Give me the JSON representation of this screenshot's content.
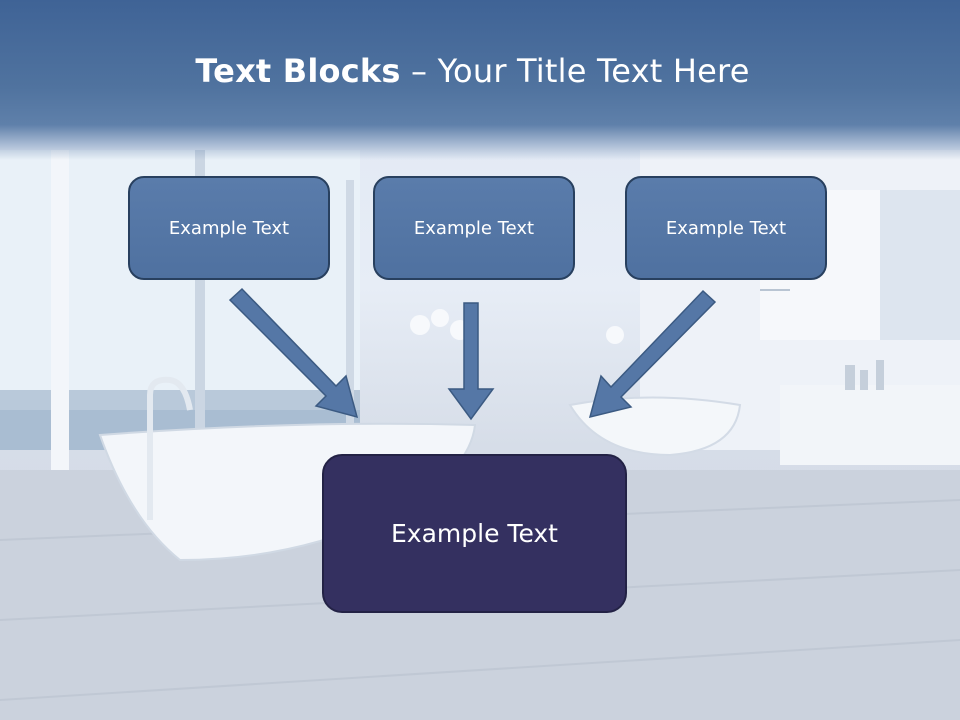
{
  "slide": {
    "title_bold": "Text Blocks",
    "title_dash": " – ",
    "title_rest": "Your Title Text Here",
    "top_boxes": [
      {
        "label": "Example Text"
      },
      {
        "label": "Example Text"
      },
      {
        "label": "Example Text"
      }
    ],
    "bottom_box": {
      "label": "Example Text"
    },
    "colors": {
      "header": "#50739f",
      "top_box_fill": "#5577a6",
      "bottom_box_fill": "#343060",
      "arrow_fill": "#5577a6",
      "box_border": "#28405f"
    }
  }
}
